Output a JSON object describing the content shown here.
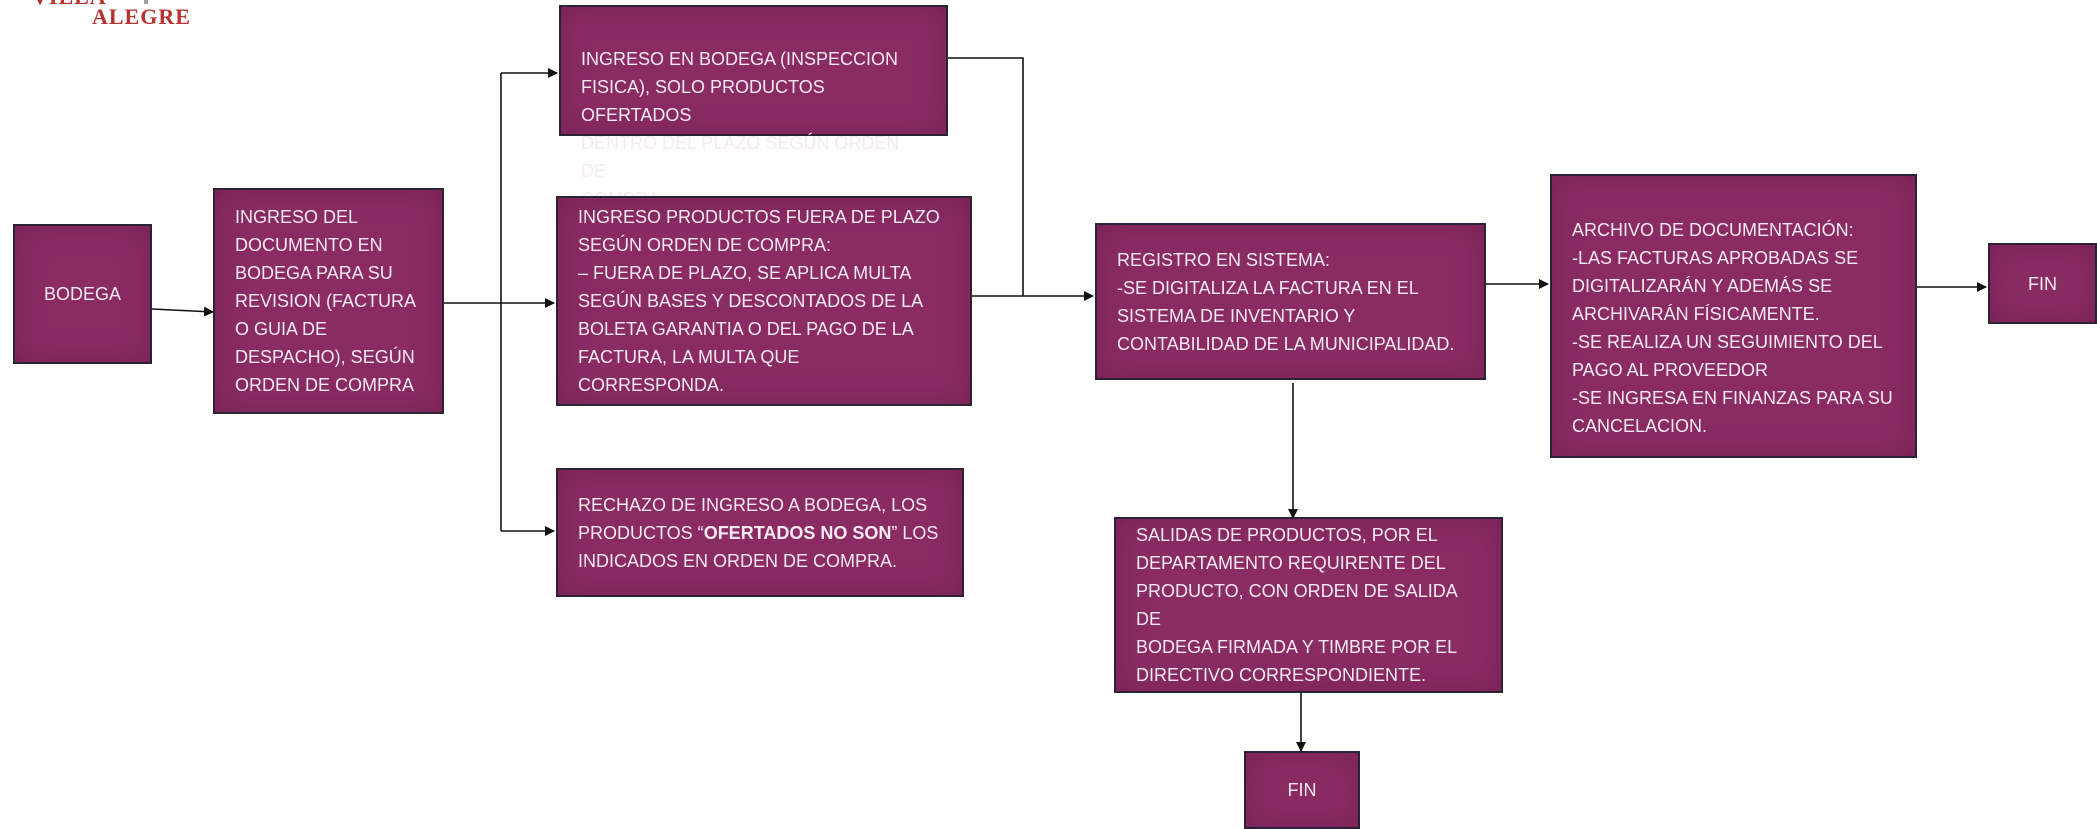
{
  "logo": {
    "line1": "VILLA",
    "line2": "ALEGRE"
  },
  "nodes": {
    "bodega": "BODEGA",
    "ingreso_documento": "INGRESO DEL\nDOCUMENTO EN\nBODEGA PARA SU\nREVISION (FACTURA\nO GUIA DE\nDESPACHO), SEGÚN\nORDEN DE COMPRA",
    "ingreso_bodega": "INGRESO EN BODEGA (INSPECCION\nFISICA), SOLO PRODUCTOS OFERTADOS\nDENTRO DEL PLAZO SEGÚN ORDEN DE\nCOMPRA.",
    "fuera_plazo": "INGRESO PRODUCTOS FUERA DE PLAZO\nSEGÚN ORDEN DE COMPRA:\n– FUERA DE PLAZO, SE APLICA MULTA\nSEGÚN BASES Y DESCONTADOS DE LA\nBOLETA GARANTIA O DEL PAGO DE LA\nFACTURA, LA MULTA QUE CORRESPONDA.",
    "rechazo": {
      "part1": "RECHAZO DE INGRESO A BODEGA, LOS\nPRODUCTOS “",
      "bold": "OFERTADOS NO SON",
      "part2": "” LOS\nINDICADOS EN ORDEN DE COMPRA."
    },
    "registro": "REGISTRO EN SISTEMA:\n-SE DIGITALIZA LA FACTURA EN EL\nSISTEMA DE INVENTARIO Y\nCONTABILIDAD DE LA MUNICIPALIDAD.",
    "salidas": "SALIDAS DE PRODUCTOS, POR EL\nDEPARTAMENTO REQUIRENTE DEL\nPRODUCTO, CON ORDEN DE SALIDA DE\nBODEGA FIRMADA Y TIMBRE POR EL\nDIRECTIVO CORRESPONDIENTE.",
    "fin_bottom": "FIN",
    "archivo": "ARCHIVO DE DOCUMENTACIÓN:\n-LAS FACTURAS APROBADAS SE\nDIGITALIZARÁN Y ADEMÁS SE\nARCHIVARÁN FÍSICAMENTE.\n-SE REALIZA UN SEGUIMIENTO DEL\nPAGO AL PROVEEDOR\n-SE INGRESA EN FINANZAS PARA SU\nCANCELACION.",
    "fin_right": "FIN"
  },
  "colors": {
    "box_fill": "#8a2b64",
    "box_border": "#2c2238",
    "box_text": "#f5eaf2",
    "arrow": "#111111",
    "logo": "#b8322f"
  }
}
